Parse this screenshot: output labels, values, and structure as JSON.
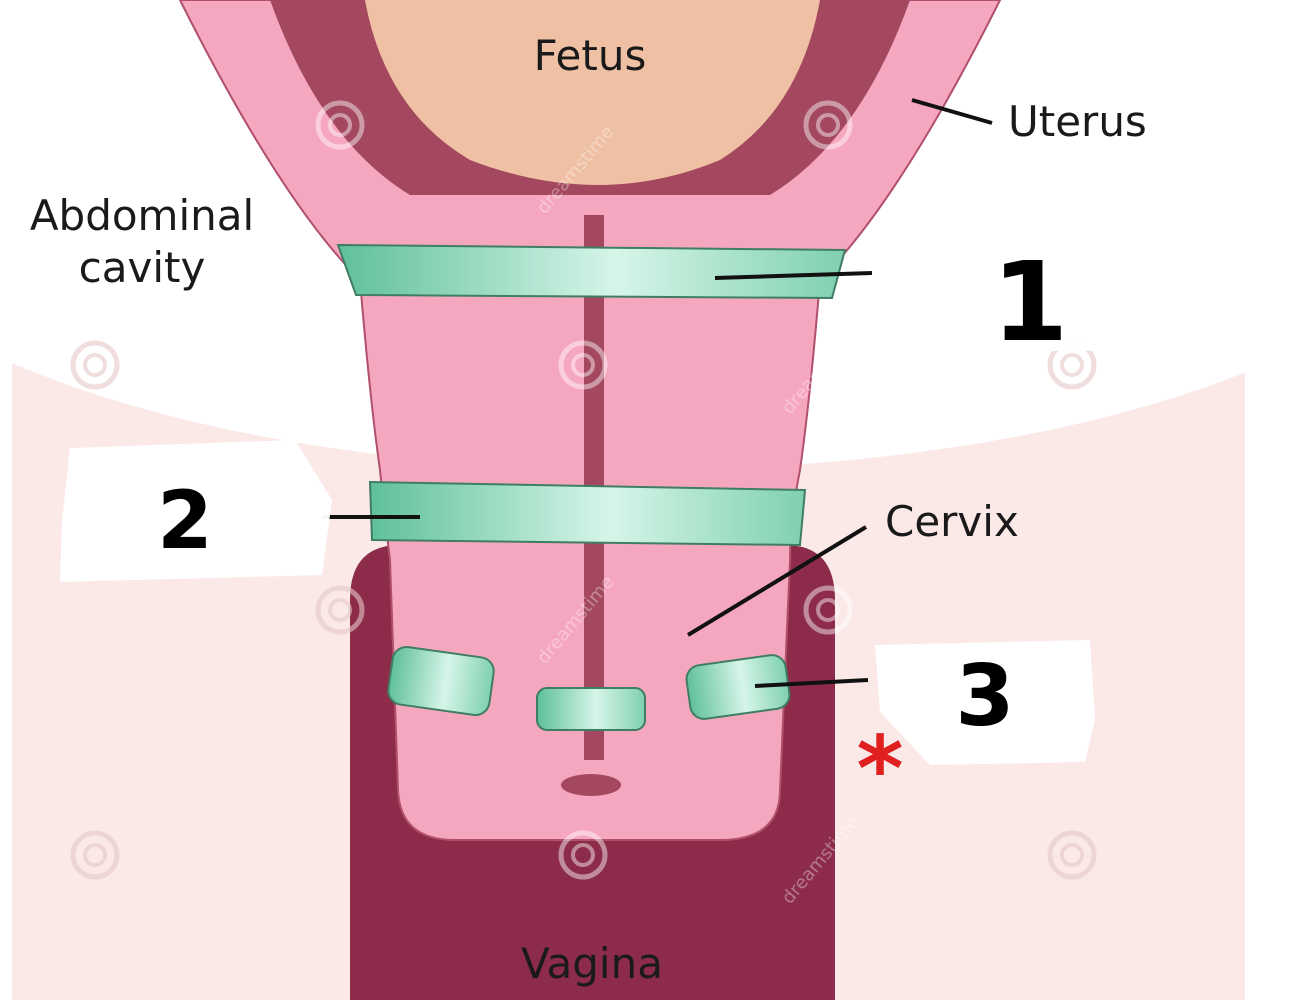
{
  "labels": {
    "fetus": "Fetus",
    "uterus": "Uterus",
    "abdominal_line1": "Abdominal",
    "abdominal_line2": "cavity",
    "cervix": "Cervix",
    "vagina": "Vagina"
  },
  "markers": {
    "m1": "1",
    "m2": "2",
    "m3": "3",
    "asterisk": "*"
  },
  "watermark": "dreamstime",
  "colors": {
    "uterus_pink": "#f6a7c0",
    "uterus_wall": "#a3485f",
    "vagina": "#8c2c4a",
    "fetus": "#efc0a3",
    "band_green": "#7fd5b4",
    "band_outline": "#3f7d64",
    "background_blush": "#fbe9e8",
    "asterisk_red": "#e0201f"
  }
}
